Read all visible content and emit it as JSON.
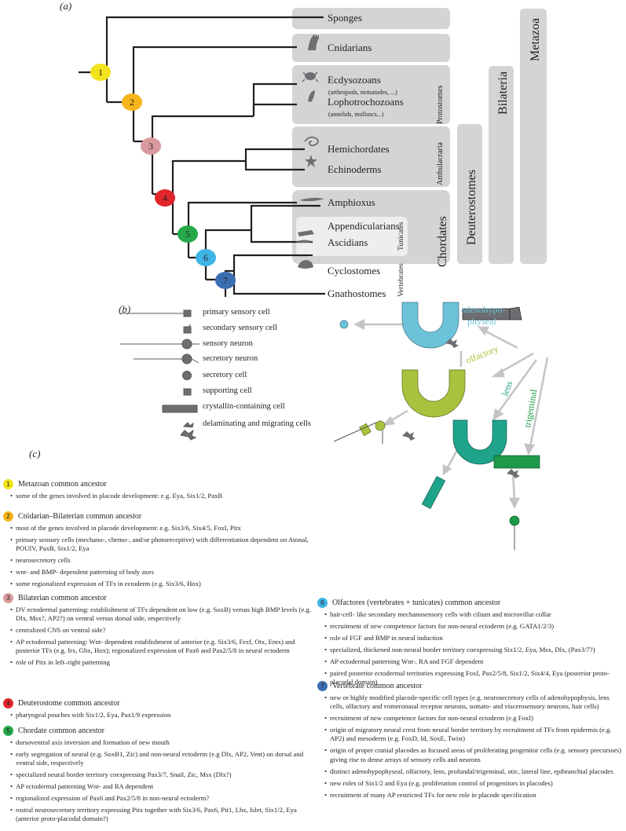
{
  "panel_labels": {
    "a": "(a)",
    "b": "(b)",
    "c": "(c)"
  },
  "tree": {
    "taxa": {
      "sponges": "Sponges",
      "cnidarians": "Cnidarians",
      "ecdysozoans": "Ecdysozoans",
      "ecdysozoans_sub": "(arthropods, nematodes, ...)",
      "lophotrochozoans": "Lophotrochozoans",
      "lophotrochozoans_sub": "(annelids, molluscs...)",
      "hemichordates": "Hemichordates",
      "echinoderms": "Echinoderms",
      "amphioxus": "Amphioxus",
      "appendicularians": "Appendicularians",
      "ascidians": "Ascidians",
      "cyclostomes": "Cyclostomes",
      "gnathostomes": "Gnathostomes"
    },
    "groups": {
      "protostomes": "Protostomes",
      "ambulacraria": "Ambulacraria",
      "tunicates": "Tunicates",
      "vertebrates": "Vertebrates",
      "chordates": "Chordates",
      "deuterostomes": "Deuterostomes",
      "bilateria": "Bilateria",
      "metazoa": "Metazoa"
    },
    "nodes": [
      {
        "label": "1",
        "color": "#f2e41c"
      },
      {
        "label": "2",
        "color": "#f5b51b"
      },
      {
        "label": "3",
        "color": "#d99a9e"
      },
      {
        "label": "4",
        "color": "#e0262b"
      },
      {
        "label": "5",
        "color": "#26a84a"
      },
      {
        "label": "6",
        "color": "#3fb4e5"
      },
      {
        "label": "7",
        "color": "#3b6db1"
      }
    ]
  },
  "legend": [
    {
      "label": "primary sensory cell",
      "icon": "primary-sensory-cell-icon"
    },
    {
      "label": "secondary sensory cell",
      "icon": "secondary-sensory-cell-icon"
    },
    {
      "label": "sensory neuron",
      "icon": "sensory-neuron-icon"
    },
    {
      "label": "secretory neuron",
      "icon": "secretory-neuron-icon"
    },
    {
      "label": "secretory cell",
      "icon": "secretory-cell-icon"
    },
    {
      "label": "supporting cell",
      "icon": "supporting-cell-icon"
    },
    {
      "label": "crystallin-containing cell",
      "icon": "crystallin-cell-icon"
    },
    {
      "label": "delaminating and migrating cells",
      "icon": "migrating-cells-icon"
    }
  ],
  "placode_labels": {
    "adenohypophyseal_1": "adenohypo-",
    "adenohypophyseal_2": "physeal",
    "olfactory": "olfactory",
    "lens": "lens",
    "trigeminal": "trigeminal"
  },
  "colors": {
    "adenohypophyseal": "#6cc3d9",
    "olfactory": "#a7c23d",
    "lens": "#1fa38a",
    "trigeminal": "#1c9a4a",
    "box_gray": "#d4d4d5",
    "arrow_gray": "#c4c4c4"
  },
  "sections": [
    {
      "num": "1",
      "color": "#f2e41c",
      "text_color": "#231f20",
      "title": "Metazoan common ancestor",
      "items": [
        "some of the genes involved in placode development: e.g. Eya, Six1/2, PaxB"
      ]
    },
    {
      "num": "2",
      "color": "#f5b51b",
      "text_color": "#231f20",
      "title": "Cnidarian–Bilaterian common ancestor",
      "items": [
        "most of the genes involved in placode development: e.g. Six3/6, Six4/5, FoxI, Pitx",
        "primary sensory cells (mechano-, chemo-, and/or photoreceptive) with differentiation dependent on Atonal, POUIV, PaxB, Six1/2, Eya",
        "neurosecretory cells",
        "wnt- and BMP- dependent patterning of body axes",
        "some regionalized expression of TFs in ectoderm (e.g. Six3/6, Hox)"
      ]
    },
    {
      "num": "3",
      "color": "#d99a9e",
      "text_color": "#231f20",
      "title": "Bilaterian common ancestor",
      "items": [
        "DV ectodermal patterning: establishment of TFs dependent on low (e.g. SoxB) versus high BMP levels (e.g. Dlx, Msx?, AP2?) on ventral versus dorsal side, respectively",
        "centralized CNS on ventral side?",
        "AP ectodermal patterning: Wnt- dependent establishment of anterior (e.g. Six3/6, Fezf, Otx, Emx) and posterior TFs (e.g. Irx, Gbx, Hox); regionalized expression of Pax6 and Pax2/5/8 in neural ectoderm",
        "role of Pitx in left–right patterning"
      ]
    },
    {
      "num": "4",
      "color": "#e0262b",
      "text_color": "#231f20",
      "title": "Deuterostome common ancestor",
      "items": [
        "pharyngeal pouches with Six1/2, Eya, Pax1/9 expression"
      ]
    },
    {
      "num": "5",
      "color": "#26a84a",
      "text_color": "#231f20",
      "title": "Chordate common ancestor",
      "items": [
        "dorsoventral axis inversion and formation of new mouth",
        "early segregation of neural (e.g. SoxB1, Zic) and non-neural ectoderm (e.g Dlx, AP2, Vent) on dorsal and ventral side, respectively",
        "specialized neural border territory coexpressing Pax3/7, Snail, Zic, Msx (Dlx?)",
        "AP ectodermal patterning Wnt- and RA dependent",
        "regionalized expression of Pax6 and Pax2/5/8 in non-neural ectoderm?",
        "rostral neurosecretory territory expressing Pitx together with Six3/6, Pax6, Pit1, Lhx, Islet, Six1/2, Eya (anterior proto-placodal domain?)"
      ]
    },
    {
      "num": "6",
      "color": "#3fb4e5",
      "text_color": "#231f20",
      "title": "Olfactores (vertebrates + tunicates) common ancestor",
      "items": [
        "hair-cell- like secondary mechanosensory cells with cilium and microvillar collar",
        "recruitment of new competence factors for non-neural ectoderm (e.g. GATA1/2/3)",
        "role of FGF and BMP in neural induction",
        "specialized, thickened non-neural border territory coexpressing Six1/2, Eya, Msx, Dlx, (Pax3/7?)",
        "AP ectodermal patterning Wnt-, RA and FGF dependent",
        "paired posterior ectodermal territories expressing FoxI, Pax2/5/8, Six1/2, Six4/4, Eya (posterior proto-placodal domain)"
      ]
    },
    {
      "num": "7",
      "color": "#3b6db1",
      "text_color": "#231f20",
      "title": "Vertebrate common ancestor",
      "items": [
        "new or highly modified placode-specific cell types (e.g. neurosecretory cells of adenohypophysis, lens cells, olfactory and vomeronasal receptor neurons, somato- and viscerosensory neurons, hair cells)",
        "recruitment of new competence factors for non-neural ectoderm (e.g FoxI)",
        "origin of migratory neural crest from neural border territory by recruitment of TFs from epidermis (e.g. AP2) and mesoderm (e.g. FoxD, Id, SoxE, Twist)",
        "origin of proper cranial placodes as focused areas of proliferating progenitor cells (e.g. sensory precursors) giving rise to dense arrays of sensory cells and neurons",
        "distinct adenohypophyseal, olfactory, lens, profundal/trigeminal, otic, lateral line, epibranchial placodes",
        "new roles of Six1/2 and Eya (e.g. proliferation control of progenitors in placodes)",
        "recruitment of many AP restricted TFs for new role in placode specification"
      ]
    }
  ]
}
